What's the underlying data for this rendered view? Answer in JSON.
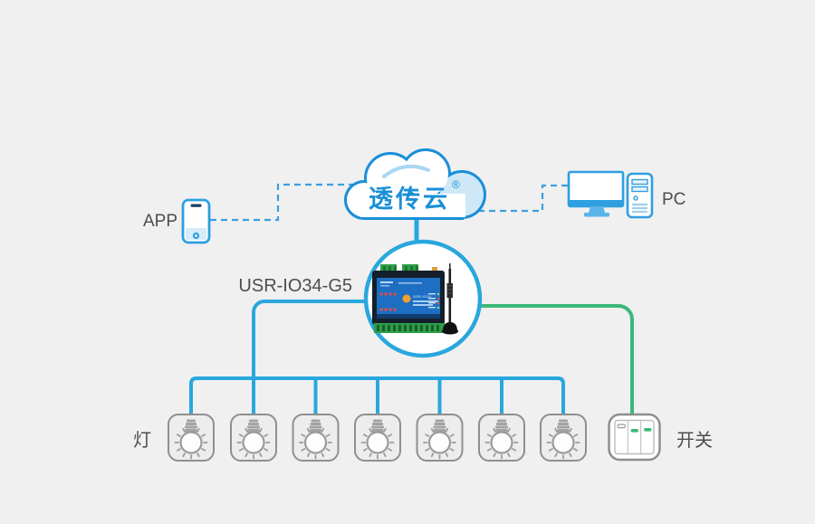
{
  "page": {
    "background": "#f0f0f0",
    "type": "iot-topology-diagram"
  },
  "colors": {
    "blue_line": "#29a7de",
    "blue_dashed": "#3d9fdc",
    "green_line": "#3bb878",
    "cloud_blue": "#1a8fd8",
    "cloud_shade": "#cfe8f8",
    "icon_blue": "#2e9fe0",
    "gray_icon": "#8f8f8f",
    "label_text": "#4d4d4d",
    "led_red": "#ea4c41"
  },
  "cloud": {
    "label": "透传云",
    "registered_mark": "®",
    "icon": "cloud-icon"
  },
  "app": {
    "label": "APP",
    "icon": "smartphone-icon"
  },
  "pc": {
    "label": "PC",
    "icon": "desktop-computer-icon"
  },
  "device": {
    "label": "USR-IO34-G5",
    "panel_text": "USR-IO34",
    "icon": "io-controller-device-photo"
  },
  "lamps": {
    "label": "灯",
    "count": 7,
    "icon": "light-bulb-icon"
  },
  "switch": {
    "label": "开关",
    "rockers": 3,
    "rocker_states": [
      "off",
      "on",
      "on"
    ],
    "icon": "wall-switch-icon"
  }
}
